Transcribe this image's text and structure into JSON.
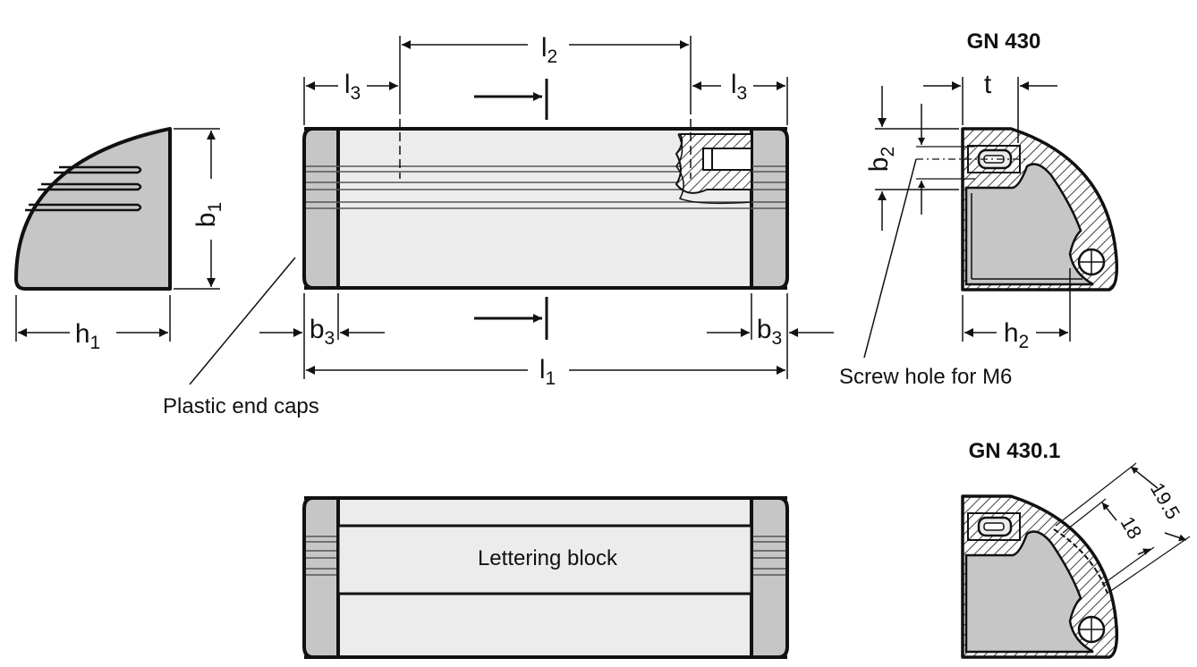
{
  "titles": {
    "gn430": "GN 430",
    "gn4301": "GN 430.1"
  },
  "dims": {
    "l_main": "l",
    "l1_sub": "1",
    "l2_sub": "2",
    "l3_sub": "3",
    "b_main": "b",
    "b1_sub": "1",
    "b2_sub": "2",
    "b3_sub": "3",
    "h_main": "h",
    "h1_sub": "1",
    "h2_sub": "2",
    "t": "t",
    "d19_5": "19.5",
    "d18": "18"
  },
  "notes": {
    "plastic_end_caps": "Plastic end caps",
    "screw_hole": "Screw hole for M6",
    "lettering_block": "Lettering block"
  },
  "colors": {
    "gray_fill": "#c6c6c6",
    "light_fill": "#ececec",
    "line": "#111111"
  }
}
